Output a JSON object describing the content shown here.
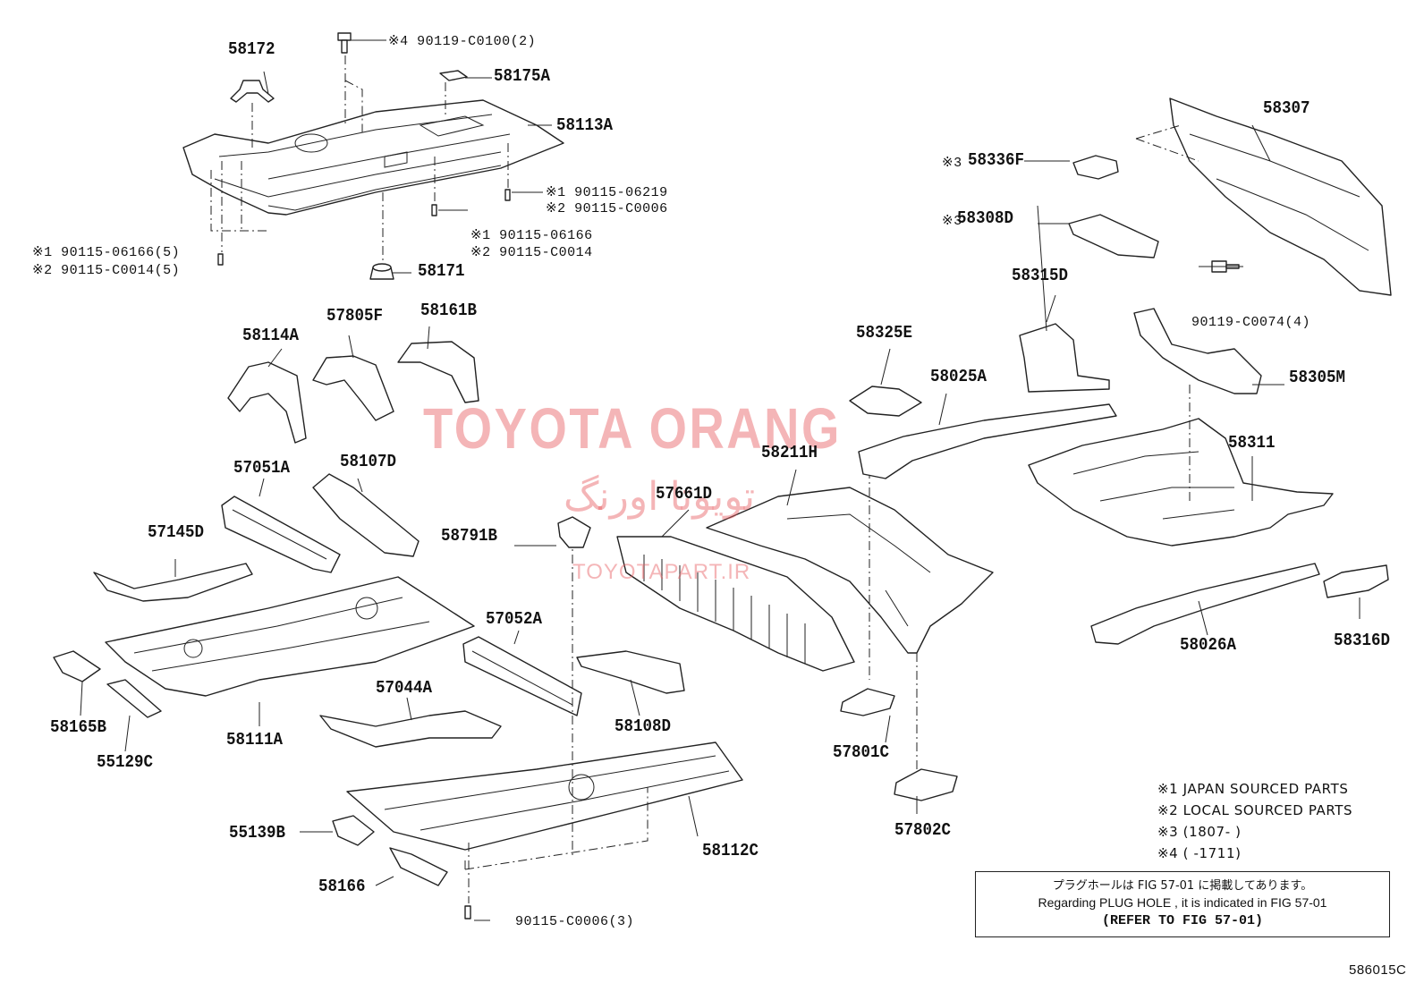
{
  "watermark": {
    "brand": "TOYOTA ORANG",
    "persian": "تویوتا اورنگ",
    "site": "TOYOTAPART.IR"
  },
  "parts": {
    "p58172": "58172",
    "p58175A": "58175A",
    "p58113A": "58113A",
    "p58171": "58171",
    "p58114A": "58114A",
    "p57805F": "57805F",
    "p58161B": "58161B",
    "p57051A": "57051A",
    "p58107D": "58107D",
    "p57145D": "57145D",
    "p58791B": "58791B",
    "p57661D": "57661D",
    "p58211H": "58211H",
    "p58325E": "58325E",
    "p58025A": "58025A",
    "p58315D": "58315D",
    "p58308D": "58308D",
    "p58336F": "58336F",
    "p58307": "58307",
    "p58305M": "58305M",
    "p58311": "58311",
    "p58165B": "58165B",
    "p55129C": "55129C",
    "p58111A": "58111A",
    "p57052A": "57052A",
    "p57044A": "57044A",
    "p58108D": "58108D",
    "p57801C": "57801C",
    "p57802C": "57802C",
    "p58026A": "58026A",
    "p58316D": "58316D",
    "p55139B": "55139B",
    "p58166": "58166",
    "p58112C": "58112C"
  },
  "fasteners": {
    "f1": "※4 90119-C0100(2)",
    "f2a": "※1 90115-06219",
    "f2b": "※2 90115-C0006",
    "f3a": "※1 90115-06166",
    "f3b": "※2 90115-C0014",
    "f4a": "※1 90115-06166(5)",
    "f4b": "※2 90115-C0014(5)",
    "f5": "90119-C0074(4)",
    "f6": "90115-C0006(3)",
    "m58336F": "※3",
    "m58308D": "※3"
  },
  "legend": {
    "l1": "※1 JAPAN SOURCED PARTS",
    "l2": "※2 LOCAL SOURCED PARTS",
    "l3": "※3 (1807-        )",
    "l4": "※4 (        -1711)"
  },
  "note": {
    "jp": "プラグホールは FIG 57-01 に掲載してあります。",
    "en": "Regarding  PLUG  HOLE , it is indicated in FIG  57-01",
    "ref": "(REFER TO FIG 57-01)"
  },
  "figure_code": "586015C"
}
